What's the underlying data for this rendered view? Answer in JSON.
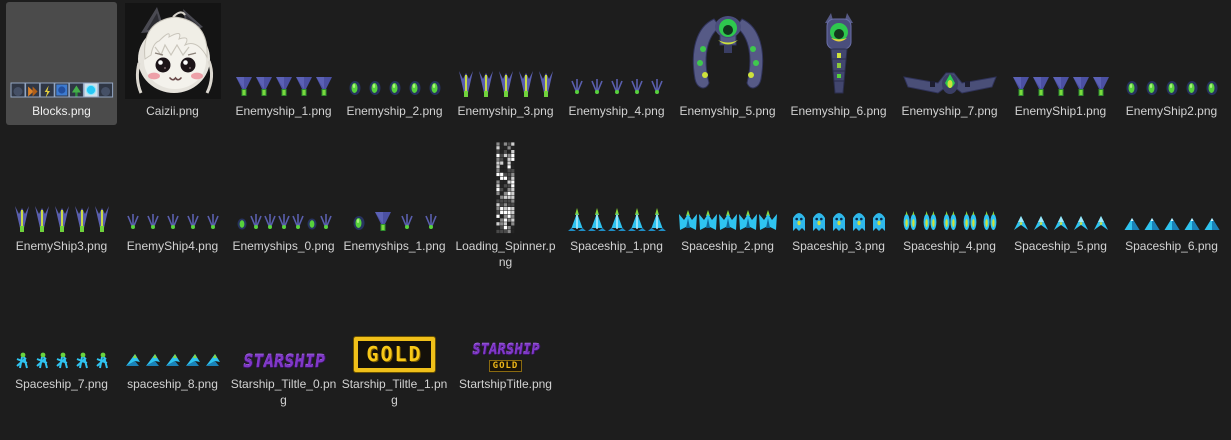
{
  "panel": {
    "name": "asset-browser-grid"
  },
  "colors": {
    "background": "#1d1d1d",
    "selection": "#4b4b4b",
    "label": "#d2d2d2",
    "enemy_purple": "#5a5fae",
    "enemy_green": "#57d23c",
    "ship_cyan": "#2fc4f0",
    "accent_yellow": "#cde23c",
    "title_purple": "#8038c8",
    "title_gold": "#f8c818"
  },
  "rows": [
    {
      "items": [
        {
          "name": "Blocks.png",
          "selected": true,
          "thumb": {
            "type": "blocks"
          }
        },
        {
          "name": "Caizii.png",
          "selected": false,
          "thumb": {
            "type": "caizii"
          }
        },
        {
          "name": "Enemyship_1.png",
          "selected": false,
          "thumb": {
            "type": "strip",
            "sprite": "enemyJelly",
            "count": 5
          }
        },
        {
          "name": "Enemyship_2.png",
          "selected": false,
          "thumb": {
            "type": "strip",
            "sprite": "enemyOrb",
            "count": 5
          }
        },
        {
          "name": "Enemyship_3.png",
          "selected": false,
          "thumb": {
            "type": "strip",
            "sprite": "enemyTall",
            "count": 5
          }
        },
        {
          "name": "Enemyship_4.png",
          "selected": false,
          "thumb": {
            "type": "strip",
            "sprite": "enemySmall",
            "count": 5
          }
        },
        {
          "name": "Enemyship_5.png",
          "selected": false,
          "thumb": {
            "type": "big",
            "variant": "boss"
          }
        },
        {
          "name": "Enemyship_6.png",
          "selected": false,
          "thumb": {
            "type": "big",
            "variant": "tower"
          }
        },
        {
          "name": "Enemyship_7.png",
          "selected": false,
          "thumb": {
            "type": "big",
            "variant": "wing"
          }
        },
        {
          "name": "EnemyShip1.png",
          "selected": false,
          "thumb": {
            "type": "strip",
            "sprite": "enemyJelly",
            "count": 5
          }
        },
        {
          "name": "EnemyShip2.png",
          "selected": false,
          "thumb": {
            "type": "strip",
            "sprite": "enemyOrb",
            "count": 5
          }
        }
      ]
    },
    {
      "items": [
        {
          "name": "EnemyShip3.png",
          "selected": false,
          "thumb": {
            "type": "strip",
            "sprite": "enemyTall",
            "count": 5
          }
        },
        {
          "name": "EnemyShip4.png",
          "selected": false,
          "thumb": {
            "type": "strip",
            "sprite": "enemySmall",
            "count": 5
          }
        },
        {
          "name": "Enemyships_0.png",
          "selected": false,
          "thumb": {
            "type": "strip",
            "sprite": "enemyMix",
            "count": 7
          }
        },
        {
          "name": "Enemyships_1.png",
          "selected": false,
          "thumb": {
            "type": "strip",
            "sprite": "enemyMix2",
            "count": 4
          }
        },
        {
          "name": "Loading_Spinner.png",
          "selected": false,
          "thumb": {
            "type": "spinner"
          }
        },
        {
          "name": "Spaceship_1.png",
          "selected": false,
          "thumb": {
            "type": "strip",
            "sprite": "shipArrow",
            "count": 5
          }
        },
        {
          "name": "Spaceship_2.png",
          "selected": false,
          "thumb": {
            "type": "strip",
            "sprite": "shipWide",
            "count": 5
          }
        },
        {
          "name": "Spaceship_3.png",
          "selected": false,
          "thumb": {
            "type": "strip",
            "sprite": "shipOrb",
            "count": 5
          }
        },
        {
          "name": "Spaceship_4.png",
          "selected": false,
          "thumb": {
            "type": "strip",
            "sprite": "shipFlame",
            "count": 5
          }
        },
        {
          "name": "Spaceship_5.png",
          "selected": false,
          "thumb": {
            "type": "strip",
            "sprite": "shipBird",
            "count": 5
          }
        },
        {
          "name": "Spaceship_6.png",
          "selected": false,
          "thumb": {
            "type": "strip",
            "sprite": "shipTri",
            "count": 5
          }
        }
      ]
    },
    {
      "items": [
        {
          "name": "Spaceship_7.png",
          "selected": false,
          "thumb": {
            "type": "strip",
            "sprite": "shipRun",
            "count": 5
          }
        },
        {
          "name": "spaceship_8.png",
          "selected": false,
          "thumb": {
            "type": "strip",
            "sprite": "shipJet",
            "count": 5
          }
        },
        {
          "name": "Starship_Tiltle_0.png",
          "selected": false,
          "thumb": {
            "type": "title",
            "style": "purple",
            "text": "STARSHIP"
          }
        },
        {
          "name": "Starship_Tiltle_1.png",
          "selected": false,
          "thumb": {
            "type": "title",
            "style": "gold",
            "text": "GOLD"
          }
        },
        {
          "name": "StartshipTitle.png",
          "selected": false,
          "thumb": {
            "type": "title",
            "style": "combo",
            "text": "STARSHIP",
            "text2": "GOLD"
          }
        }
      ]
    }
  ]
}
